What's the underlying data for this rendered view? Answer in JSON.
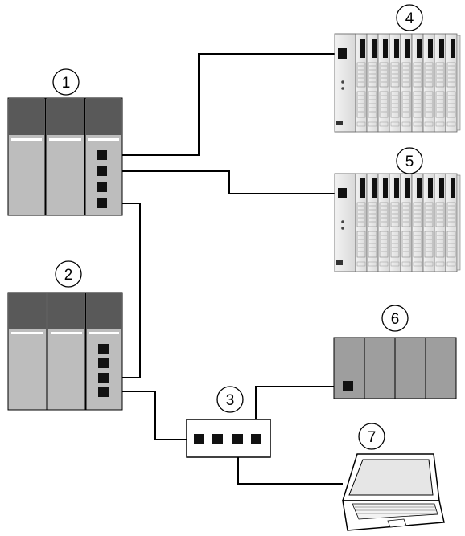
{
  "callouts": [
    "1",
    "2",
    "3",
    "4",
    "5",
    "6",
    "7"
  ],
  "components": {
    "plc_1": {
      "callout": "1",
      "icon": "plc-rack-icon"
    },
    "plc_2": {
      "callout": "2",
      "icon": "plc-rack-icon"
    },
    "switch_3": {
      "callout": "3",
      "icon": "ethernet-switch-icon"
    },
    "io_island_4": {
      "callout": "4",
      "icon": "io-island-icon"
    },
    "io_island_5": {
      "callout": "5",
      "icon": "io-island-icon"
    },
    "rack_6": {
      "callout": "6",
      "icon": "remote-rack-icon"
    },
    "laptop_7": {
      "callout": "7",
      "icon": "laptop-icon"
    }
  },
  "colors": {
    "module_fill": "#bdbdbd",
    "module_header": "#595959",
    "rack6_fill": "#9e9e9e",
    "port": "#111111",
    "cable": "#000000",
    "outline": "#000000"
  }
}
